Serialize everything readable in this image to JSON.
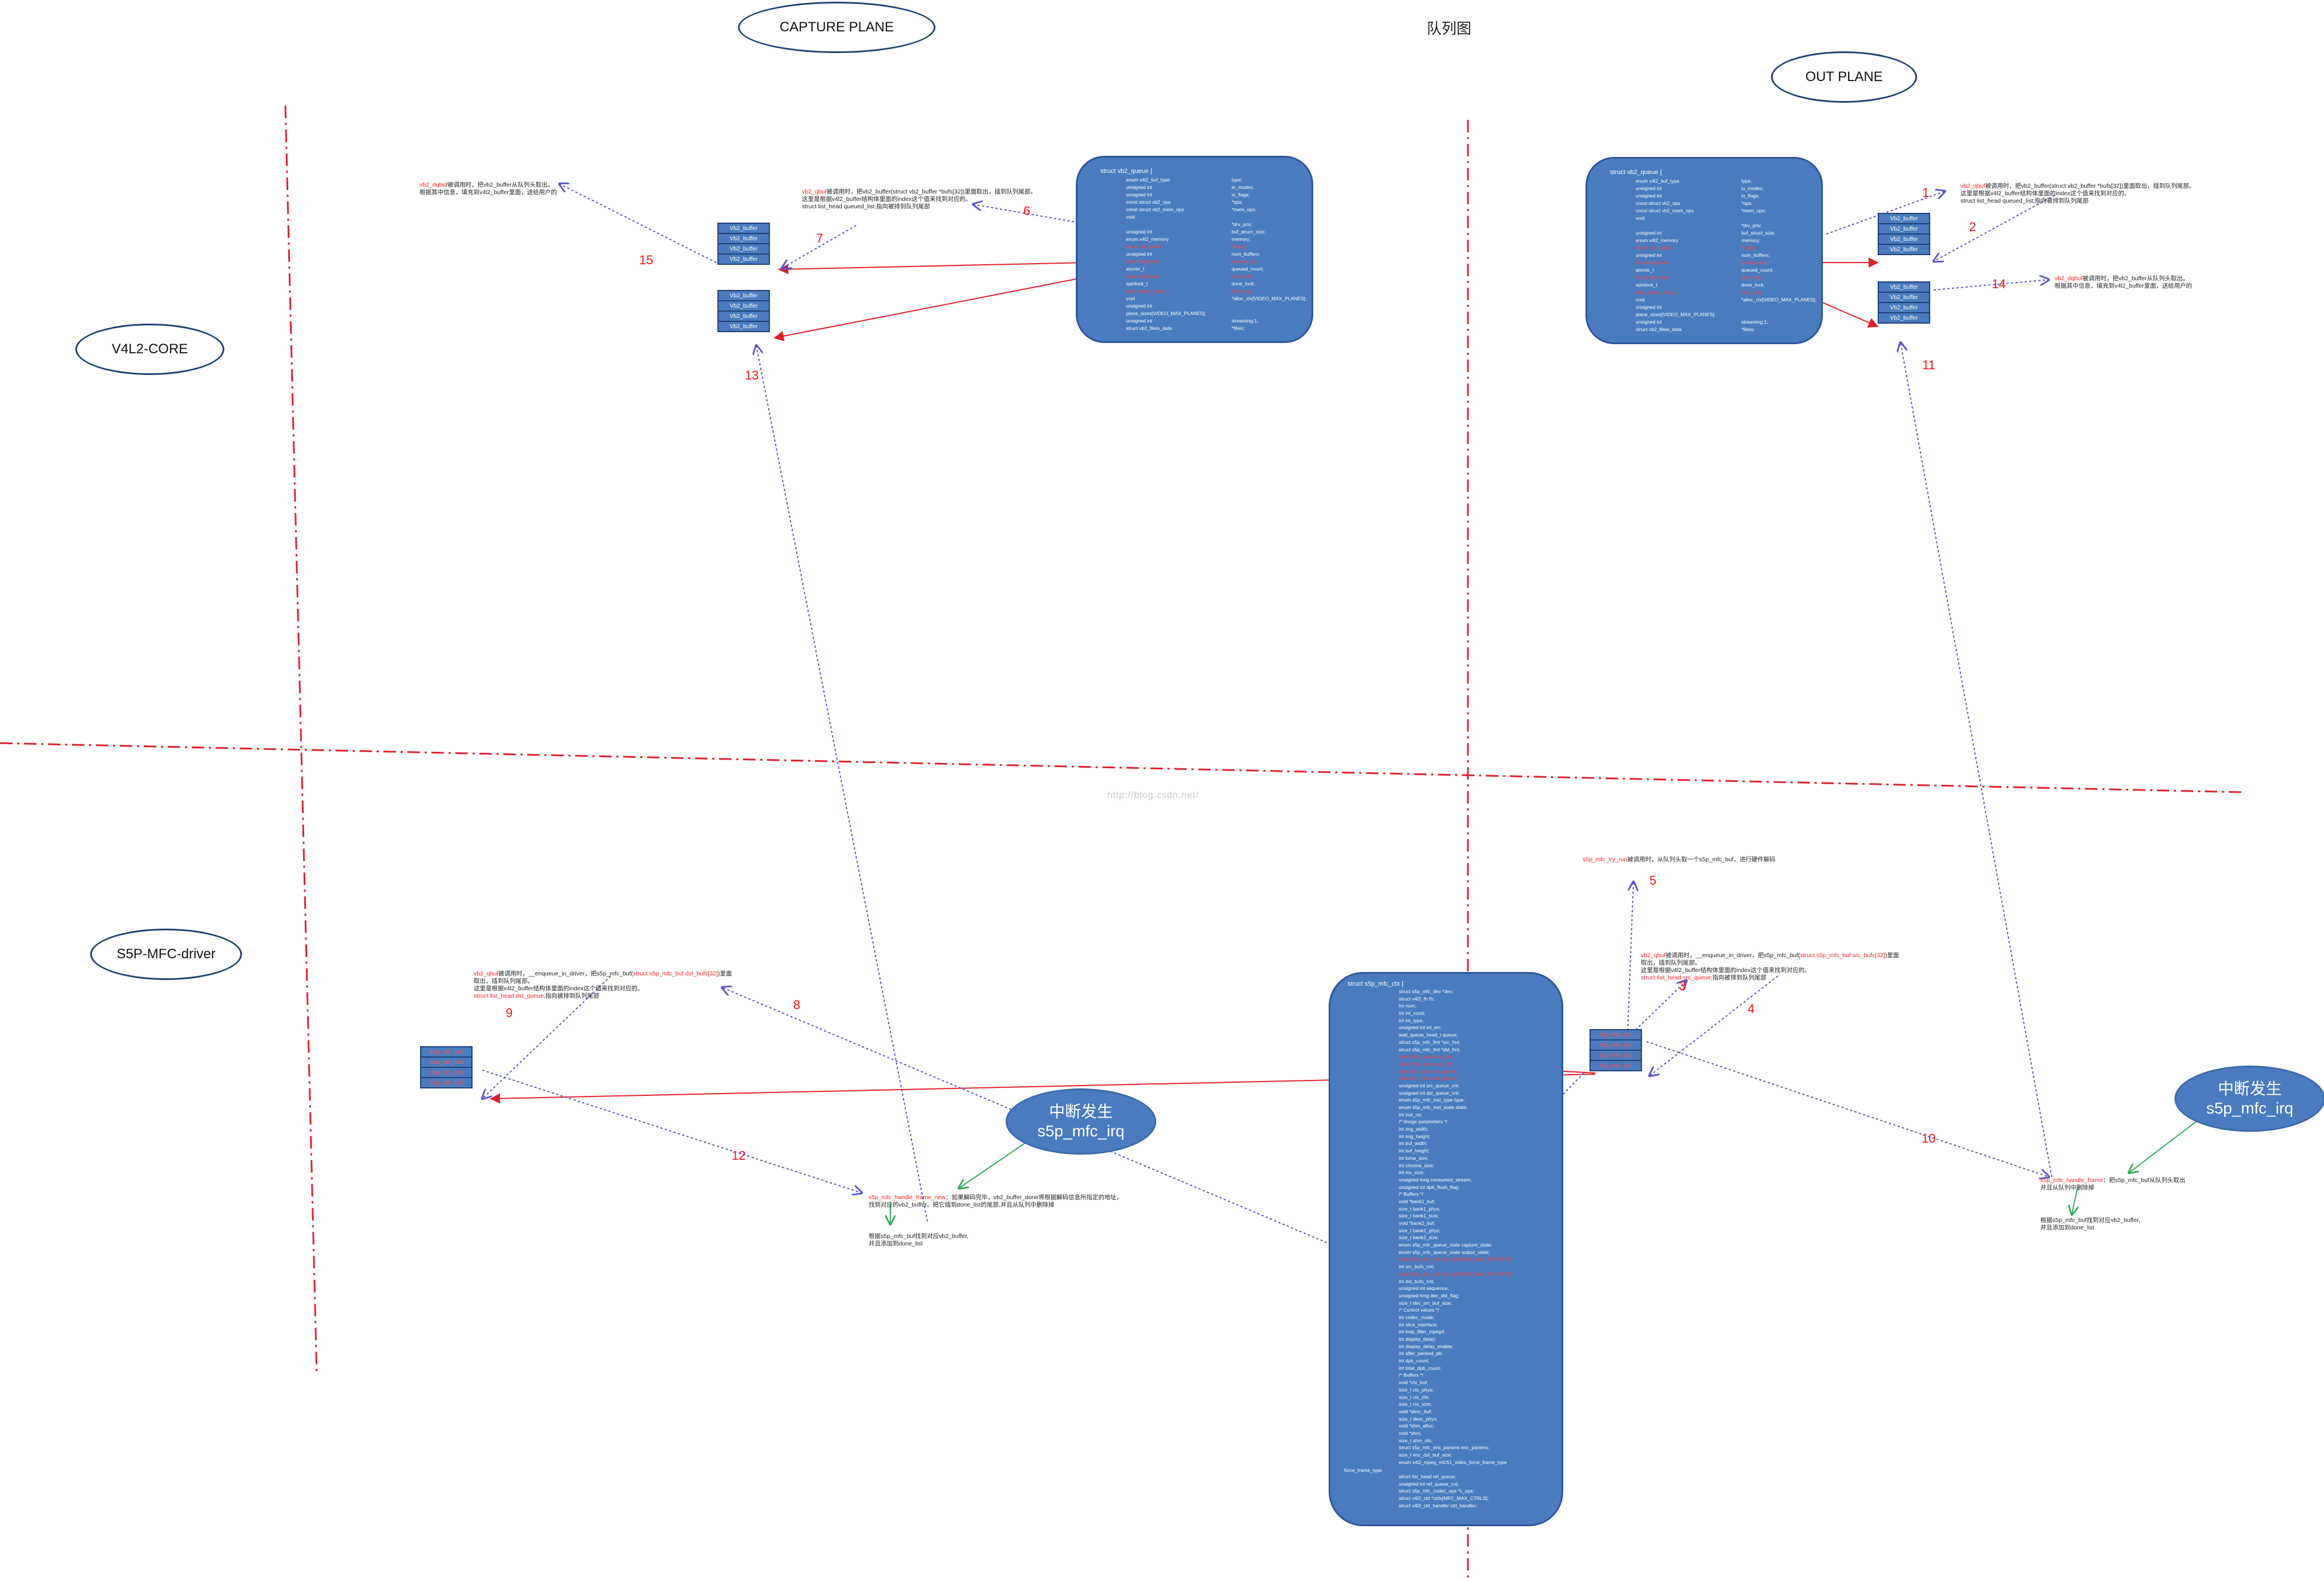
{
  "labels": {
    "capture_plane": "CAPTURE PLANE",
    "out_plane": "OUT PLANE",
    "v4l2_core": "V4L2-CORE",
    "s5p_driver": "S5P-MFC-driver",
    "queue_diagram": "队列图",
    "irq_title": "中断发生",
    "irq_func": "s5p_mfc_irq",
    "watermark": "http://blog.csdn.net/"
  },
  "colors": {
    "box_fill": "#4a7bbf",
    "box_border": "#2f5597",
    "ellipse_border": "#1f3f73",
    "divider_red": "#e0202a",
    "arrow_red": "#e0202a",
    "arrow_dotted": "#5555cc",
    "arrow_green": "#33aa55",
    "number_red": "#ff1010"
  },
  "vb2_queue": {
    "head": "struct vb2_queue {",
    "fields": [
      {
        "t": "enum v4l2_buf_type",
        "n": "type;",
        "red": false
      },
      {
        "t": "unsigned int",
        "n": "io_modes;",
        "red": false
      },
      {
        "t": "unsigned int",
        "n": "io_flags;",
        "red": false
      },
      {
        "t": "const struct vb2_ops",
        "n": "*ops;",
        "red": false
      },
      {
        "t": "const struct vb2_mem_ops",
        "n": "*mem_ops;",
        "red": false
      },
      {
        "t": "void",
        "n": "",
        "red": false
      },
      {
        "t": "",
        "n": "*drv_priv;",
        "red": false
      },
      {
        "t": "unsigned int",
        "n": "buf_struct_size;",
        "red": false
      },
      {
        "t": "enum v4l2_memory",
        "n": "memory;",
        "red": false
      },
      {
        "t": "struct vb2_buffer",
        "n": "*bufs[];",
        "red": true
      },
      {
        "t": "unsigned int",
        "n": "num_buffers;",
        "red": false
      },
      {
        "t": "struct list_head",
        "n": "queued_list;",
        "red": true
      },
      {
        "t": "atomic_t",
        "n": "queued_count;",
        "red": false
      },
      {
        "t": "struct list_head",
        "n": "done_list;",
        "red": true
      },
      {
        "t": "spinlock_t",
        "n": "done_lock;",
        "red": false
      },
      {
        "t": "wait_queue_head_t",
        "n": "done_wq;",
        "red": true
      },
      {
        "t": "void",
        "n": "*alloc_ctx[VIDEO_MAX_PLANES];",
        "red": false
      },
      {
        "t": "unsigned int",
        "n": "",
        "red": false
      },
      {
        "t": "plane_sizes[VIDEO_MAX_PLANES];",
        "n": "",
        "red": false
      },
      {
        "t": "unsigned int",
        "n": "streaming:1;",
        "red": false
      },
      {
        "t": "struct vb2_fileio_data",
        "n": "*fileio;",
        "red": false
      }
    ]
  },
  "mfc_ctx": {
    "head": "struct s5p_mfc_ctx {",
    "side_label": "force_frame_type",
    "fields": [
      {
        "t": "struct s5p_mfc_dev *dev;",
        "red": false
      },
      {
        "t": "struct v4l2_fh fh;",
        "red": false
      },
      {
        "t": "int num;",
        "red": false
      },
      {
        "t": "int int_cond;",
        "red": false
      },
      {
        "t": "int int_type;",
        "red": false
      },
      {
        "t": "unsigned int int_err;",
        "red": false
      },
      {
        "t": "wait_queue_head_t queue;",
        "red": false
      },
      {
        "t": "struct s5p_mfc_fmt *src_fmt;",
        "red": false
      },
      {
        "t": "struct s5p_mfc_fmt *dst_fmt;",
        "red": false
      },
      {
        "t": "struct vb2_queue vq_src;",
        "red": true
      },
      {
        "t": "struct vb2_queue vq_dst;",
        "red": true
      },
      {
        "t": "struct list_head src_queue;",
        "red": true
      },
      {
        "t": "struct list_head dst_queue;",
        "red": true
      },
      {
        "t": "unsigned int src_queue_cnt;",
        "red": false
      },
      {
        "t": "unsigned int dst_queue_cnt;",
        "red": false
      },
      {
        "t": "enum s5p_mfc_inst_type type;",
        "red": false
      },
      {
        "t": "enum s5p_mfc_inst_state state;",
        "red": false
      },
      {
        "t": "int inst_no;",
        "red": false
      },
      {
        "t": "/* Image parameters */",
        "red": false
      },
      {
        "t": "int img_width;",
        "red": false
      },
      {
        "t": "int img_height;",
        "red": false
      },
      {
        "t": "int buf_width;",
        "red": false
      },
      {
        "t": "int buf_height;",
        "red": false
      },
      {
        "t": "int luma_size;",
        "red": false
      },
      {
        "t": "int chroma_size;",
        "red": false
      },
      {
        "t": "int mv_size;",
        "red": false
      },
      {
        "t": "unsigned long consumed_stream;",
        "red": false
      },
      {
        "t": "unsigned int dpb_flush_flag;",
        "red": false
      },
      {
        "t": "/* Buffers */",
        "red": false
      },
      {
        "t": "void *bank1_buf;",
        "red": false
      },
      {
        "t": "size_t bank1_phys;",
        "red": false
      },
      {
        "t": "size_t bank1_size;",
        "red": false
      },
      {
        "t": "void *bank2_buf;",
        "red": false
      },
      {
        "t": "size_t bank2_phys;",
        "red": false
      },
      {
        "t": "size_t bank2_size;",
        "red": false
      },
      {
        "t": "enum s5p_mfc_queue_state capture_state;",
        "red": false
      },
      {
        "t": "enum s5p_mfc_queue_state output_state;",
        "red": false
      },
      {
        "t": "struct s5p_mfc_buf src_bufs[MFC_MAX_BUFFERS];",
        "red": true
      },
      {
        "t": "int src_bufs_cnt;",
        "red": false
      },
      {
        "t": "struct s5p_mfc_buf dst_bufs[MFC_MAX_BUFFERS];",
        "red": true
      },
      {
        "t": "int dst_bufs_cnt;",
        "red": false
      },
      {
        "t": "unsigned int sequence;",
        "red": false
      },
      {
        "t": "unsigned long dec_dst_flag;",
        "red": false
      },
      {
        "t": "size_t dec_src_buf_size;",
        "red": false
      },
      {
        "t": "/* Control values */",
        "red": false
      },
      {
        "t": "int codec_mode;",
        "red": false
      },
      {
        "t": "int slice_interface;",
        "red": false
      },
      {
        "t": "int loop_filter_mpeg4;",
        "red": false
      },
      {
        "t": "int display_delay;",
        "red": false
      },
      {
        "t": "int display_delay_enable;",
        "red": false
      },
      {
        "t": "int after_packed_pb;",
        "red": false
      },
      {
        "t": "int dpb_count;",
        "red": false
      },
      {
        "t": "int total_dpb_count;",
        "red": false
      },
      {
        "t": "/* Buffers */",
        "red": false
      },
      {
        "t": "void *ctx_buf;",
        "red": false
      },
      {
        "t": "size_t ctx_phys;",
        "red": false
      },
      {
        "t": "size_t ctx_ofs;",
        "red": false
      },
      {
        "t": "size_t ctx_size;",
        "red": false
      },
      {
        "t": "void *desc_buf;",
        "red": false
      },
      {
        "t": "size_t desc_phys;",
        "red": false
      },
      {
        "t": "void *shm_alloc;",
        "red": false
      },
      {
        "t": "void *shm;",
        "red": false
      },
      {
        "t": "size_t shm_ofs;",
        "red": false
      },
      {
        "t": "struct s5p_mfc_enc_params enc_params;",
        "red": false
      },
      {
        "t": "size_t enc_dst_buf_size;",
        "red": false
      },
      {
        "t": "enum v4l2_mpeg_mfc51_video_force_frame_type",
        "red": false
      },
      {
        "t": "",
        "red": false
      },
      {
        "t": "struct list_head ref_queue;",
        "red": false
      },
      {
        "t": "unsigned int ref_queue_cnt;",
        "red": false
      },
      {
        "t": "struct s5p_mfc_codec_ops *c_ops;",
        "red": false
      },
      {
        "t": "struct v4l2_ctrl *ctrls[MFC_MAX_CTRLS];",
        "red": false
      },
      {
        "t": "struct v4l2_ctrl_handler ctrl_handler;",
        "red": false
      }
    ]
  },
  "buffers": {
    "vb2": "Vb2_buffer",
    "mfc": "s5p_mfc_buf"
  },
  "notes": {
    "dqbuf_cap": [
      [
        "r",
        "vb2_dqbuf"
      ],
      [
        "",
        "被调用时，把vb2_buffer从队列头取出。"
      ],
      [
        "",
        "根据其中信息，填充到v4l2_buffer里面，送给用户的"
      ]
    ],
    "qbuf_cap": [
      [
        "r",
        "vb2_qbuf"
      ],
      [
        "",
        "被调用时，把vb2_buffer(struct vb2_buffer *bufs[32])里面取出，插到队列尾部。"
      ],
      [
        "",
        "这里是根据v4l2_buffer结构体里面的index这个值来找到对应的。"
      ],
      [
        "",
        "struct list_head queued_list;指向被排到队列尾部"
      ]
    ],
    "qbuf_out": [
      [
        "r",
        "vb2_qbuf"
      ],
      [
        "",
        "被调用时，把vb2_buffer(struct vb2_buffer *bufs[32])里面取出，插到队列尾部。"
      ],
      [
        "",
        "这里是根据v4l2_buffer结构体里面的index这个值来找到对应的。"
      ],
      [
        "",
        "struct list_head queued_list;指向被排到队列尾部"
      ]
    ],
    "dqbuf_out": [
      [
        "r",
        "vb2_dqbuf"
      ],
      [
        "",
        "被调用时，把vb2_buffer从队列头取出。"
      ],
      [
        "",
        "根据其中信息，填充到v4l2_buffer里面，送给用户的"
      ]
    ],
    "try_run": [
      [
        "r",
        "s5p_mfc_try_run"
      ],
      [
        "",
        "被调用时，从队列头取一个s5p_mfc_buf，进行硬件解码"
      ]
    ],
    "drv_qbuf_out": [
      [
        "r",
        "vb2_qbuf"
      ],
      [
        "",
        "被调用时，__enqueue_in_driver，把s5p_mfc_buf("
      ],
      [
        "r",
        "struct s5p_mfc_buf src_bufs[32]"
      ],
      [
        "",
        ")里面取出，插到队列尾部。"
      ],
      [
        "",
        "这里是根据v4l2_buffer结构体里面的index这个值来找到对应的。"
      ],
      [
        "r",
        "struct list_head src_queue"
      ],
      [
        "",
        ";指向被排到队列尾部"
      ]
    ],
    "drv_qbuf_cap": [
      [
        "r",
        "vb2_qbuf"
      ],
      [
        "",
        "被调用时，__enqueue_in_driver，把s5p_mfc_buf("
      ],
      [
        "r",
        "struct s5p_mfc_buf dst_bufs[32]"
      ],
      [
        "",
        ")里面取出，插到队列尾部。"
      ],
      [
        "",
        "这里是根据v4l2_buffer结构体里面的index这个值来找到对应的。"
      ],
      [
        "r",
        "struct list_head dst_queue"
      ],
      [
        "",
        ";指向被排到队列尾部"
      ]
    ],
    "handle_frame_new": [
      [
        "r",
        "s5p_mfc_handle_frame_new"
      ],
      [
        "",
        "：如果解码完毕，vb2_buffer_done将根据解码信息所指定的地址，"
      ],
      [
        "",
        "找到对应的vb2_buffer。把它插到done_list的尾部,并且从队列中删除掉"
      ]
    ],
    "handle_frame_new_sub": [
      [
        "",
        "根据s5p_mfc_buf找到对应vb2_buffer,"
      ],
      [
        "",
        "并且添加到done_list"
      ]
    ],
    "handle_frame": [
      [
        "r",
        "s5p_mfc_handle_frame"
      ],
      [
        "",
        "：把s5p_mfc_buf从队列头取出"
      ],
      [
        "",
        "并且从队列中删除掉"
      ]
    ],
    "handle_frame_sub": [
      [
        "",
        "根据s5p_mfc_buf找到对应vb2_buffer,"
      ],
      [
        "",
        "并且添加到done_list"
      ]
    ]
  },
  "step_numbers": [
    "1",
    "2",
    "3",
    "4",
    "5",
    "6",
    "7",
    "8",
    "9",
    "10",
    "11",
    "12",
    "13",
    "14",
    "15"
  ]
}
